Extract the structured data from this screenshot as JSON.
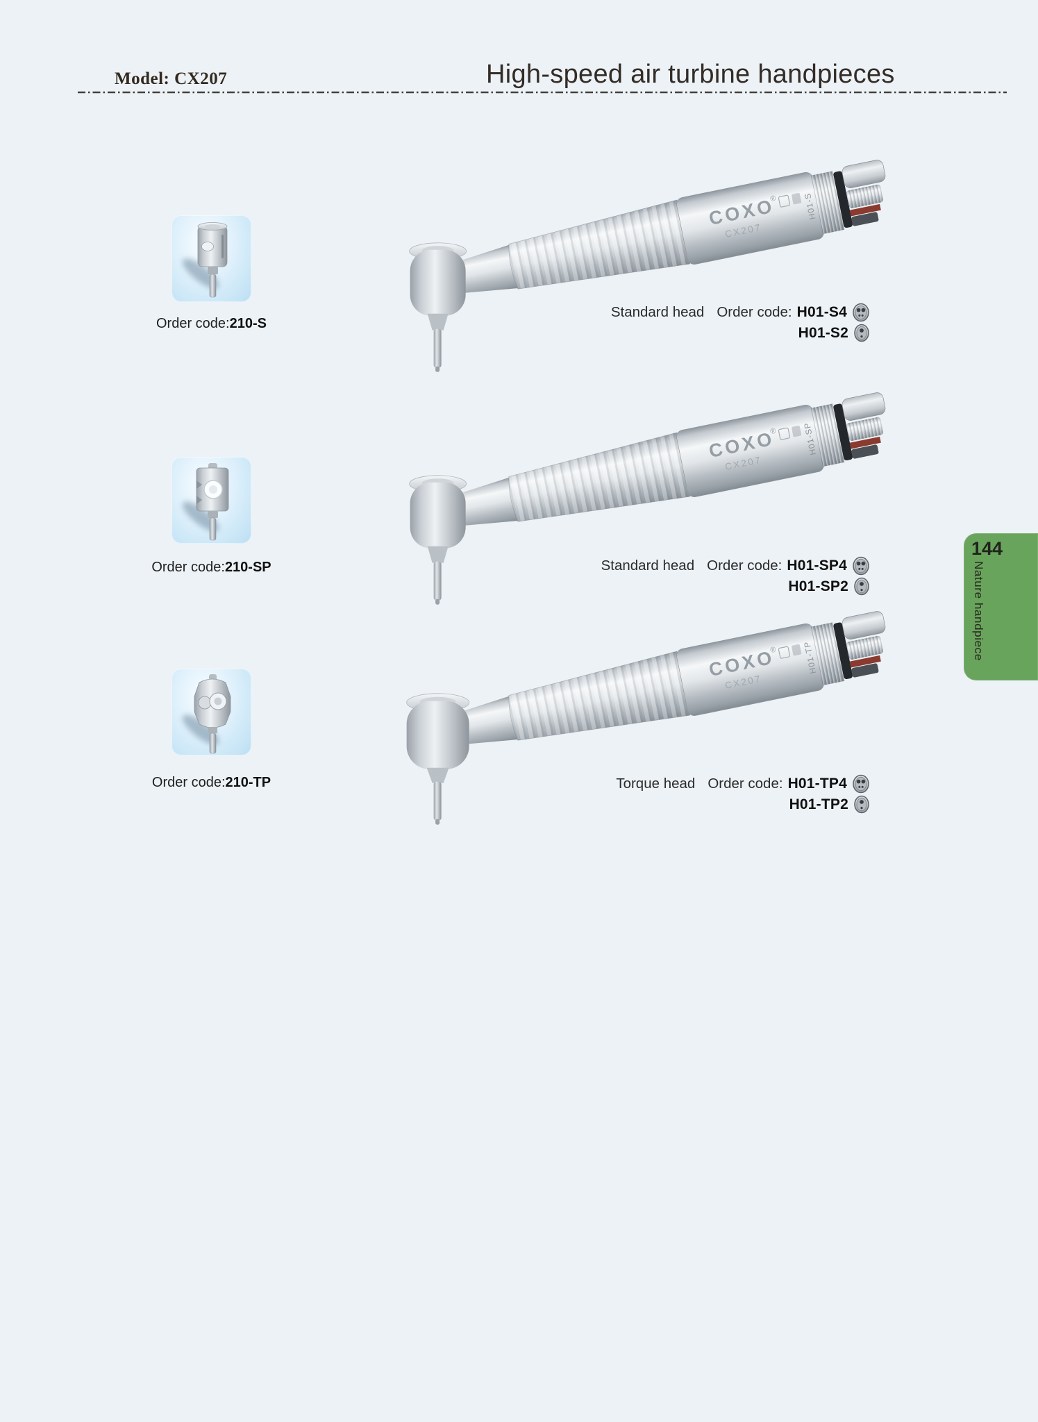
{
  "header": {
    "model": "Model: CX207",
    "title": "High-speed air turbine handpieces"
  },
  "side_tab": {
    "page_number": "144",
    "label": "Nature handpiece"
  },
  "rows": [
    {
      "thumb": {
        "order_label": "Order code:",
        "code": "210-S"
      },
      "caption": {
        "head_type": "Standard head",
        "order_label": "Order code:",
        "code_4hole": "H01-S4",
        "code_2hole": "H01-S2"
      },
      "barrel": {
        "brand": "COXO",
        "reg": "®",
        "model": "CX207",
        "side_label": "H01-S"
      }
    },
    {
      "thumb": {
        "order_label": "Order code:",
        "code": "210-SP"
      },
      "caption": {
        "head_type": "Standard head",
        "order_label": "Order code:",
        "code_4hole": "H01-SP4",
        "code_2hole": "H01-SP2"
      },
      "barrel": {
        "brand": "COXO",
        "reg": "®",
        "model": "CX207",
        "side_label": "H01-SP"
      }
    },
    {
      "thumb": {
        "order_label": "Order code:",
        "code": "210-TP"
      },
      "caption": {
        "head_type": "Torque head",
        "order_label": "Order code:",
        "code_4hole": "H01-TP4",
        "code_2hole": "H01-TP2"
      },
      "barrel": {
        "brand": "COXO",
        "reg": "®",
        "model": "CX207",
        "side_label": "H01-TP"
      }
    }
  ],
  "colors": {
    "page_bg": "#edf2f6",
    "tab_green": "#69a45c",
    "coupling_red": "#8a3a2e",
    "thumb_box_blue": "#bfe2f4"
  }
}
